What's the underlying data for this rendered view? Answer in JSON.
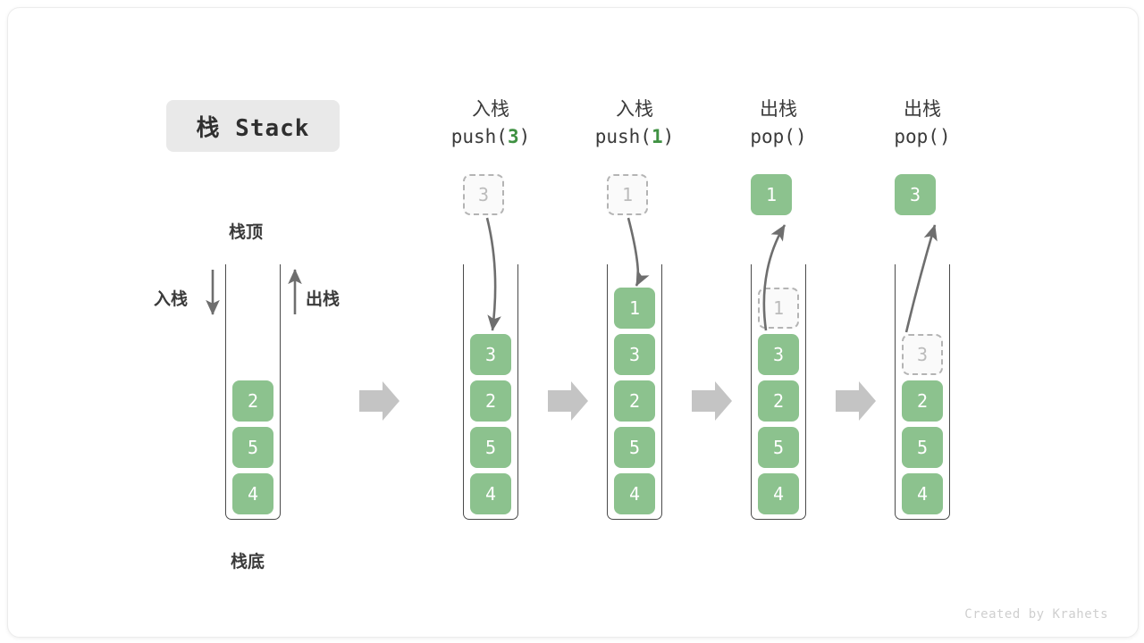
{
  "diagram": {
    "title_badge": "栈 Stack",
    "credit": "Created by Krahets",
    "colors": {
      "element_green": "#8cc28e",
      "ghost_border": "#b4b4b4",
      "ghost_text": "#bbbbbb",
      "tube_border": "#4a4a4a",
      "arrow_gray": "#6e6e6e",
      "block_arrow_gray": "#c4c4c4",
      "badge_bg": "#e9e9e9",
      "accent_number": "#3f9142"
    },
    "main_stack": {
      "top_label": "栈顶",
      "bottom_label": "栈底",
      "push_label": "入栈",
      "pop_label": "出栈",
      "values": [
        "2",
        "5",
        "4"
      ]
    },
    "steps": [
      {
        "title_cn": "入栈",
        "op_prefix": "push(",
        "op_arg": "3",
        "op_suffix": ")",
        "floating": {
          "value": "3",
          "style": "ghost"
        },
        "stack_values": [
          "3",
          "2",
          "5",
          "4"
        ],
        "stack_styles": [
          "solid",
          "solid",
          "solid",
          "solid"
        ]
      },
      {
        "title_cn": "入栈",
        "op_prefix": "push(",
        "op_arg": "1",
        "op_suffix": ")",
        "floating": {
          "value": "1",
          "style": "ghost"
        },
        "stack_values": [
          "1",
          "3",
          "2",
          "5",
          "4"
        ],
        "stack_styles": [
          "solid",
          "solid",
          "solid",
          "solid",
          "solid"
        ]
      },
      {
        "title_cn": "出栈",
        "op_prefix": "pop(",
        "op_arg": "",
        "op_suffix": ")",
        "floating": {
          "value": "1",
          "style": "solid"
        },
        "stack_values": [
          "1",
          "3",
          "2",
          "5",
          "4"
        ],
        "stack_styles": [
          "ghost",
          "solid",
          "solid",
          "solid",
          "solid"
        ]
      },
      {
        "title_cn": "出栈",
        "op_prefix": "pop(",
        "op_arg": "",
        "op_suffix": ")",
        "floating": {
          "value": "3",
          "style": "solid"
        },
        "stack_values": [
          "3",
          "2",
          "5",
          "4"
        ],
        "stack_styles": [
          "ghost",
          "solid",
          "solid",
          "solid"
        ]
      }
    ]
  }
}
